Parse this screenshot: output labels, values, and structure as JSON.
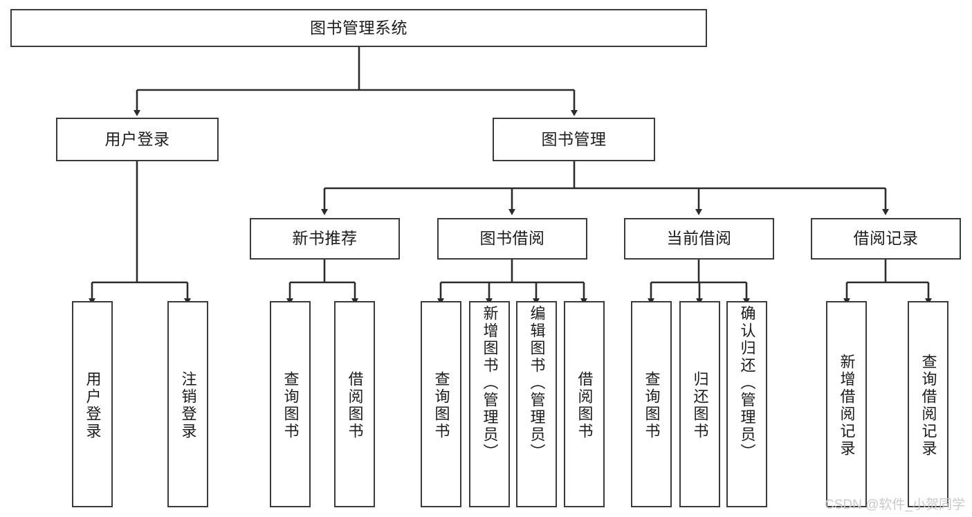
{
  "diagram": {
    "type": "hierarchy-tree",
    "title": "图书管理系统",
    "watermark": "CSDN @软件_小贺同学",
    "colors": {
      "node_border": "#3a3a3a",
      "node_fill": "#ffffff",
      "edge": "#2b2b2b",
      "text": "#1c1c1c",
      "watermark": "#c9c9c9",
      "background": "#ffffff"
    },
    "levels": {
      "root": "图书管理系统",
      "level2": [
        "用户登录",
        "图书管理"
      ],
      "level3": [
        "新书推荐",
        "图书借阅",
        "当前借阅",
        "借阅记录"
      ],
      "level4": [
        "用户登录",
        "注销登录",
        "查询图书",
        "借阅图书",
        "查询图书",
        "新增图书（管理员）",
        "编辑图书（管理员）",
        "借阅图书",
        "查询图书",
        "归还图书",
        "确认归还（管理员）",
        "新增借阅记录",
        "查询借阅记录"
      ]
    },
    "nodes": {
      "root": {
        "label": "图书管理系统"
      },
      "user_login": {
        "label": "用户登录"
      },
      "book_manage": {
        "label": "图书管理"
      },
      "new_book_rec": {
        "label": "新书推荐"
      },
      "book_borrow": {
        "label": "图书借阅"
      },
      "current_borrow": {
        "label": "当前借阅"
      },
      "borrow_record": {
        "label": "借阅记录"
      },
      "leaf_user_login": {
        "label": "用户登录"
      },
      "leaf_logout": {
        "label": "注销登录"
      },
      "leaf_query_book_a": {
        "label": "查询图书"
      },
      "leaf_borrow_book_a": {
        "label": "借阅图书"
      },
      "leaf_query_book_b": {
        "label": "查询图书"
      },
      "leaf_add_book": {
        "label": "新增图书（管理员）"
      },
      "leaf_edit_book": {
        "label": "编辑图书（管理员）"
      },
      "leaf_borrow_book_b": {
        "label": "借阅图书"
      },
      "leaf_query_book_c": {
        "label": "查询图书"
      },
      "leaf_return_book": {
        "label": "归还图书"
      },
      "leaf_confirm_return": {
        "label": "确认归还（管理员）"
      },
      "leaf_add_record": {
        "label": "新增借阅记录"
      },
      "leaf_query_record": {
        "label": "查询借阅记录"
      }
    }
  }
}
